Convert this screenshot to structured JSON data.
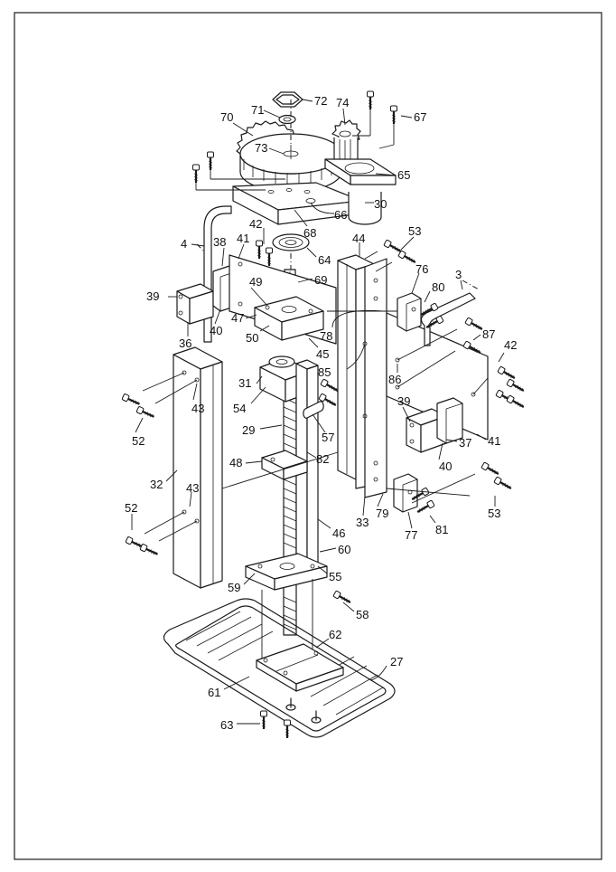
{
  "figure": {
    "callouts": [
      {
        "id": "c72",
        "text": "72"
      },
      {
        "id": "c71",
        "text": "71"
      },
      {
        "id": "c74",
        "text": "74"
      },
      {
        "id": "c67",
        "text": "67"
      },
      {
        "id": "c70",
        "text": "70"
      },
      {
        "id": "c73",
        "text": "73"
      },
      {
        "id": "c65",
        "text": "65"
      },
      {
        "id": "c30",
        "text": "30"
      },
      {
        "id": "c66",
        "text": "66"
      },
      {
        "id": "c68",
        "text": "68"
      },
      {
        "id": "c42a",
        "text": "42"
      },
      {
        "id": "c4",
        "text": "4"
      },
      {
        "id": "c38",
        "text": "38"
      },
      {
        "id": "c41a",
        "text": "41"
      },
      {
        "id": "c44",
        "text": "44"
      },
      {
        "id": "c53a",
        "text": "53"
      },
      {
        "id": "c64",
        "text": "64"
      },
      {
        "id": "c76",
        "text": "76"
      },
      {
        "id": "c3",
        "text": "3"
      },
      {
        "id": "c69",
        "text": "69"
      },
      {
        "id": "c80",
        "text": "80"
      },
      {
        "id": "c39a",
        "text": "39"
      },
      {
        "id": "c49",
        "text": "49"
      },
      {
        "id": "c47",
        "text": "47"
      },
      {
        "id": "c40a",
        "text": "40"
      },
      {
        "id": "c87",
        "text": "87"
      },
      {
        "id": "c36",
        "text": "36"
      },
      {
        "id": "c50",
        "text": "50"
      },
      {
        "id": "c78",
        "text": "78"
      },
      {
        "id": "c42b",
        "text": "42"
      },
      {
        "id": "c45",
        "text": "45"
      },
      {
        "id": "c85",
        "text": "85"
      },
      {
        "id": "c86",
        "text": "86"
      },
      {
        "id": "c31",
        "text": "31"
      },
      {
        "id": "c43a",
        "text": "43"
      },
      {
        "id": "c54",
        "text": "54"
      },
      {
        "id": "c39b",
        "text": "39"
      },
      {
        "id": "c52a",
        "text": "52"
      },
      {
        "id": "c29",
        "text": "29"
      },
      {
        "id": "c57",
        "text": "57"
      },
      {
        "id": "c37",
        "text": "37"
      },
      {
        "id": "c41b",
        "text": "41"
      },
      {
        "id": "c40b",
        "text": "40"
      },
      {
        "id": "c48",
        "text": "48"
      },
      {
        "id": "c82",
        "text": "82"
      },
      {
        "id": "c32",
        "text": "32"
      },
      {
        "id": "c43b",
        "text": "43"
      },
      {
        "id": "c53b",
        "text": "53"
      },
      {
        "id": "c52b",
        "text": "52"
      },
      {
        "id": "c33",
        "text": "33"
      },
      {
        "id": "c79",
        "text": "79"
      },
      {
        "id": "c81",
        "text": "81"
      },
      {
        "id": "c77",
        "text": "77"
      },
      {
        "id": "c46",
        "text": "46"
      },
      {
        "id": "c60",
        "text": "60"
      },
      {
        "id": "c55",
        "text": "55"
      },
      {
        "id": "c59",
        "text": "59"
      },
      {
        "id": "c58",
        "text": "58"
      },
      {
        "id": "c62",
        "text": "62"
      },
      {
        "id": "c27",
        "text": "27"
      },
      {
        "id": "c61",
        "text": "61"
      },
      {
        "id": "c63",
        "text": "63"
      }
    ]
  }
}
